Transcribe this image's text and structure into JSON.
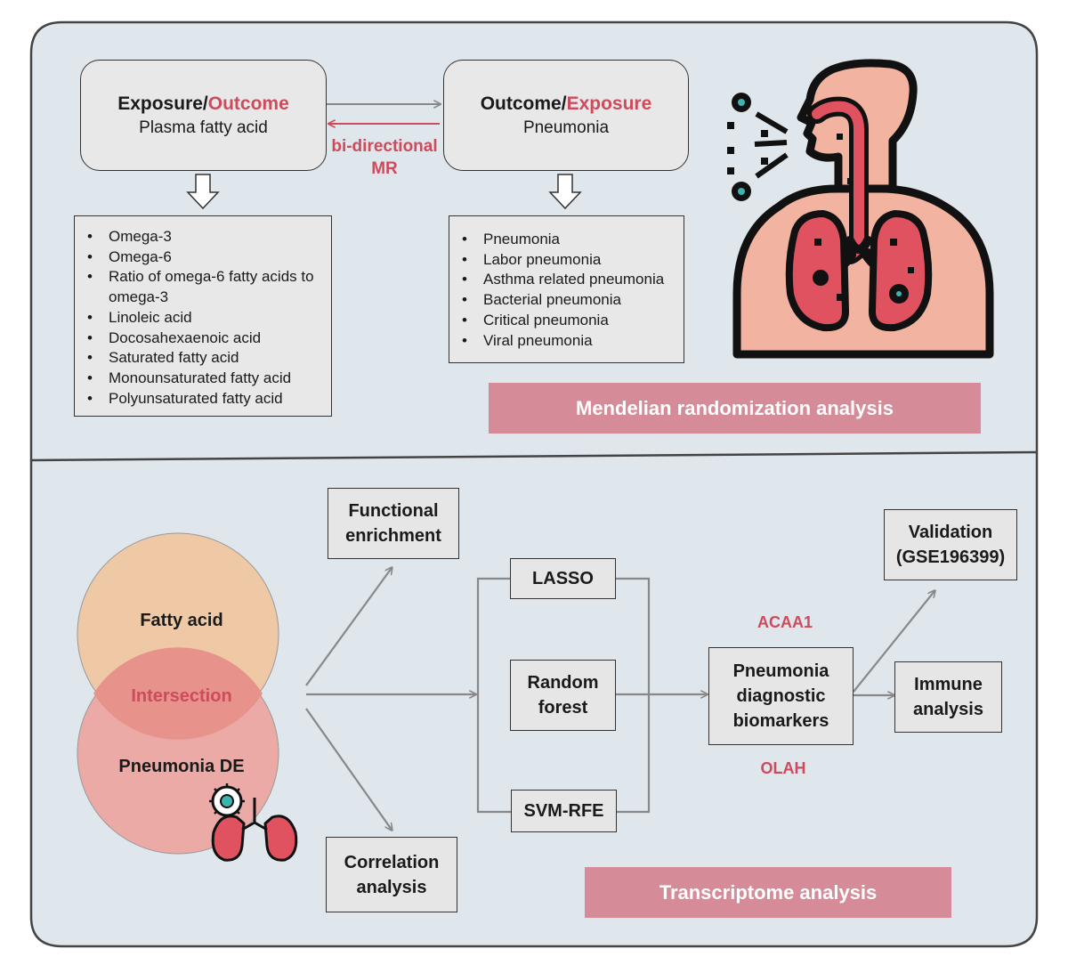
{
  "top_panel": {
    "box_left": {
      "title_a": "Exposure/",
      "title_b": "Outcome",
      "subtitle": "Plasma fatty acid"
    },
    "box_right": {
      "title_a": "Outcome/",
      "title_b": "Exposure",
      "subtitle": "Pneumonia"
    },
    "arrow_label_line1": "bi-directional",
    "arrow_label_line2": "MR",
    "exposure_list": [
      "Omega-3",
      "Omega-6",
      "Ratio of omega-6 fatty acids to omega-3",
      "Linoleic acid",
      "Docosahexaenoic acid",
      "Saturated fatty acid",
      "Monounsaturated fatty acid",
      "Polyunsaturated fatty acid"
    ],
    "outcome_list": [
      "Pneumonia",
      "Labor pneumonia",
      "Asthma related pneumonia",
      "Bacterial pneumonia",
      "Critical pneumonia",
      "Viral pneumonia"
    ],
    "banner": "Mendelian randomization analysis"
  },
  "bottom_panel": {
    "venn_top": "Fatty acid",
    "venn_intersection": "Intersection",
    "venn_bottom": "Pneumonia DE",
    "functional_line1": "Functional",
    "functional_line2": "enrichment",
    "correlation_line1": "Correlation",
    "correlation_line2": "analysis",
    "lasso": "LASSO",
    "rf_line1": "Random",
    "rf_line2": "forest",
    "svm": "SVM-RFE",
    "biomarker_line1": "Pneumonia",
    "biomarker_line2": "diagnostic",
    "biomarker_line3": "biomarkers",
    "gene1": "ACAA1",
    "gene2": "OLAH",
    "validation_line1": "Validation",
    "validation_line2": "(GSE196399)",
    "immune_line1": "Immune",
    "immune_line2": "analysis",
    "banner": "Transcriptome analysis"
  },
  "colors": {
    "panel_bg": "#dfe6ec",
    "accent_red": "#cc4b5c",
    "banner": "#d68b98",
    "venn_top": "#efc9a6",
    "venn_bottom": "#ebaaa6",
    "venn_overlap": "#e7928a",
    "skin": "#f2b4a0",
    "lung": "#e05260"
  },
  "icons": [
    "fish-icon",
    "steak-icon",
    "human-respiratory-icon",
    "virus-icon",
    "lungs-icon"
  ]
}
